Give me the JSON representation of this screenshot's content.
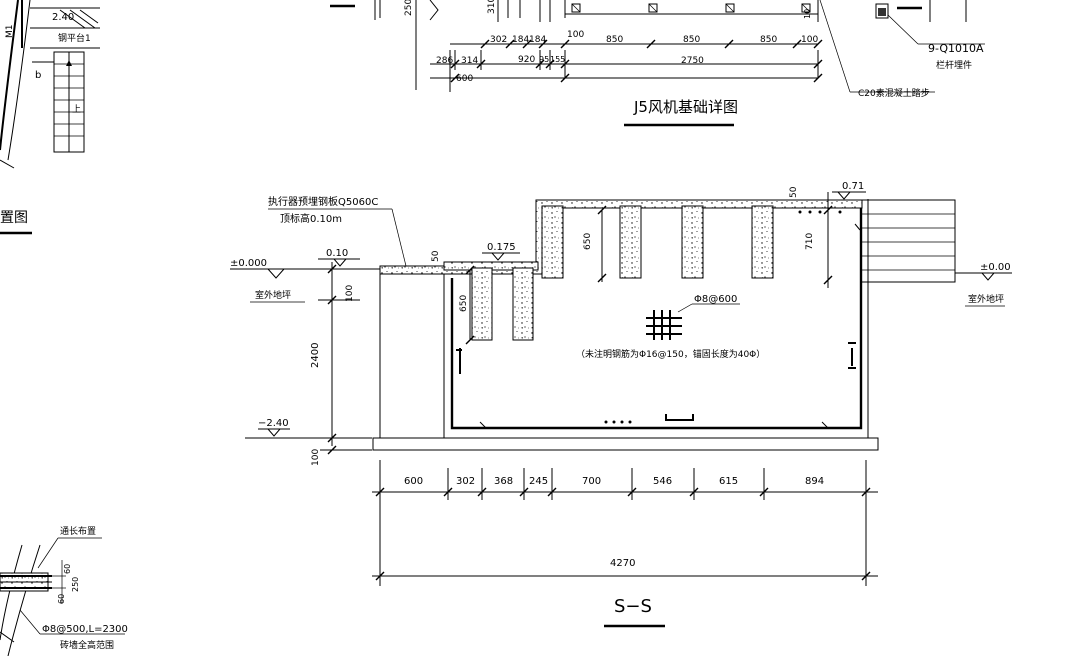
{
  "top_left_plan": {
    "label_240": "2.40",
    "label_m1": "M1",
    "label_steel_platform": "钢平台1",
    "label_b": "b",
    "label_up": "上",
    "title_fragment": "置图"
  },
  "j5_detail": {
    "dims_row1": [
      "302",
      "184",
      "184",
      "100",
      "850",
      "850",
      "850",
      "100"
    ],
    "dims_row2": [
      "286",
      "314",
      "920",
      "95",
      "155",
      "2750"
    ],
    "dim_600": "600",
    "dims_vertical": [
      "250",
      "310",
      "10"
    ],
    "rebar_tag": "9-Q1010A",
    "rebar_tag_note": "栏杆埋件",
    "step_note": "C20素混凝土踏步",
    "title": "J5风机基础详图"
  },
  "section_ss": {
    "note_embedded_plate_line1": "执行器预埋钢板Q5060C",
    "note_embedded_plate_line2": "顶标高0.10m",
    "level_left": "±0.000",
    "level_right": "±0.00",
    "level_010": "0.10",
    "level_0175": "0.175",
    "level_071": "0.71",
    "level_neg240": "−2.40",
    "outdoor_ground": "室外地坪",
    "dim_50a": "50",
    "dim_50b": "50",
    "dim_650a": "650",
    "dim_650b": "650",
    "dim_710": "710",
    "dim_100a": "100",
    "dim_100b": "100",
    "dim_2400": "2400",
    "mesh_label": "Φ8@600",
    "rebar_note": "（未注明钢筋为Φ16@150，锚固长度为40Φ）",
    "bottom_dims": [
      "600",
      "302",
      "368",
      "245",
      "700",
      "546",
      "615",
      "894"
    ],
    "total_dim": "4270",
    "title": "S−S"
  },
  "bottom_left_detail": {
    "label_top": "通长布置",
    "dim_60a": "60",
    "dim_60b": "60",
    "dim_250": "250",
    "rebar_note": "Φ8@500,L=2300",
    "wall_note": "砖墙全高范围"
  }
}
